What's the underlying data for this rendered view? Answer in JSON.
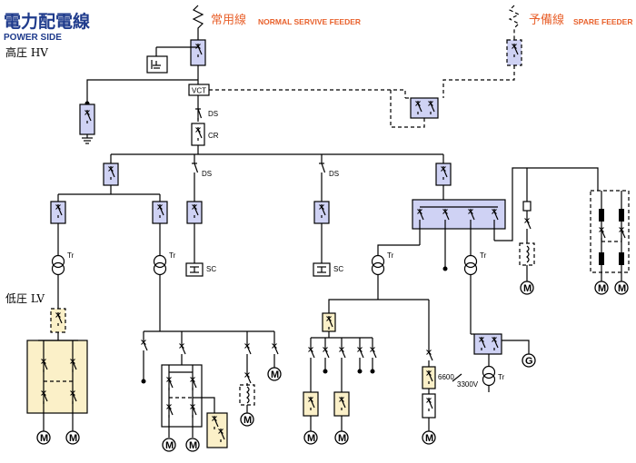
{
  "header": {
    "title": "電力配電線",
    "subtitle": "POWER SIDE",
    "hv_label": "高圧 HV",
    "lv_label": "低圧 LV"
  },
  "feeders": {
    "normal_jp": "常用線",
    "normal_en": "NORMAL SERVIVE FEEDER",
    "spare_jp": "予備線",
    "spare_en": "SPARE FEEDER"
  },
  "labels": {
    "vct": "VCT",
    "ds": "DS",
    "cr": "CR",
    "sc": "SC",
    "tr": "Tr",
    "motor": "M",
    "generator": "G",
    "voltage_primary": "6600",
    "voltage_secondary": "3300V"
  },
  "colors": {
    "blue_fill": "#cfd2f4",
    "cream_fill": "#fbf0c8",
    "orange_text": "#e8612c",
    "title_blue": "#1f3b8c"
  }
}
